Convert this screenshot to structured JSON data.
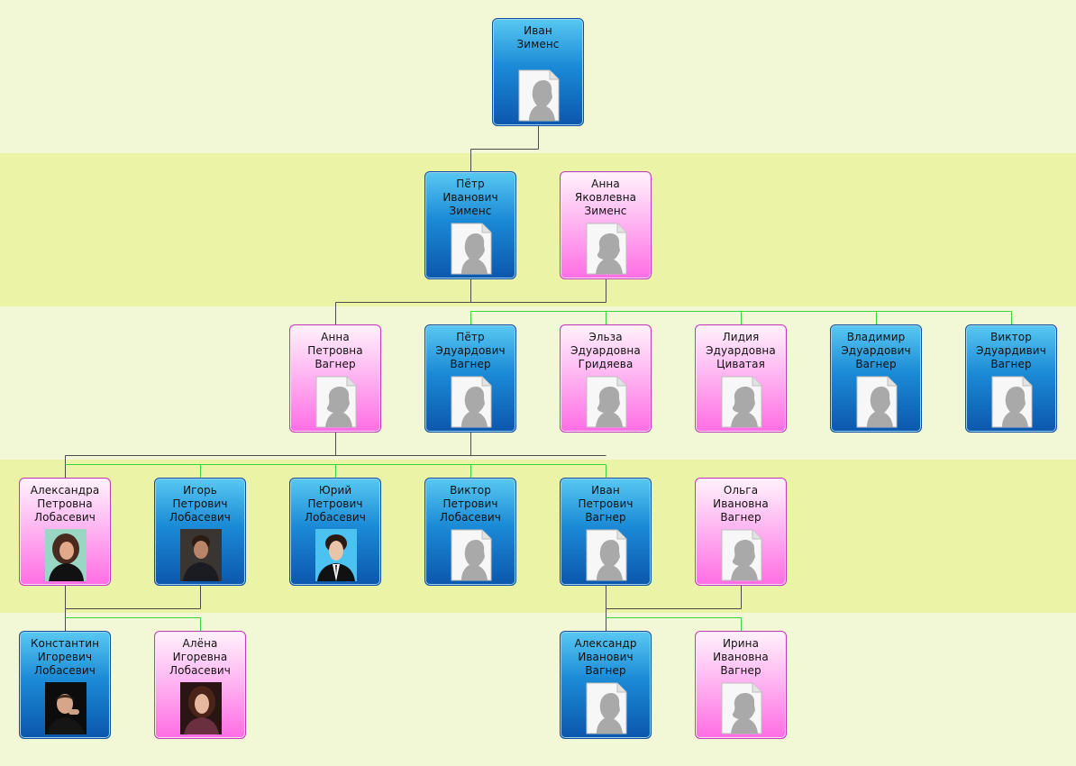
{
  "colors": {
    "band_light": "#f2f7d6",
    "band_dark": "#ebf3a7",
    "male_border": "#0d4f9a",
    "female_border": "#c23bb7",
    "link_parent": "#4b4b4b",
    "link_sibling": "#3ad43a"
  },
  "people": [
    {
      "id": "ivan_zimens",
      "name": "Иван\nЗименс",
      "gender": "male",
      "photo": "male-placeholder-icon"
    },
    {
      "id": "petr_ivanovich",
      "name": "Пётр\nИванович\nЗименс",
      "gender": "male",
      "photo": "male-placeholder-icon"
    },
    {
      "id": "anna_yakovlevna",
      "name": "Анна\nЯковлевна\nЗименс",
      "gender": "female",
      "photo": "female-placeholder-icon"
    },
    {
      "id": "anna_petrovna",
      "name": "Анна\nПетровна\nВагнер",
      "gender": "female",
      "photo": "female-placeholder-icon"
    },
    {
      "id": "petr_eduardovich",
      "name": "Пётр\nЭдуардович\nВагнер",
      "gender": "male",
      "photo": "male-placeholder-icon"
    },
    {
      "id": "elza",
      "name": "Эльза\nЭдуардовна\nГридяева",
      "gender": "female",
      "photo": "female-placeholder-icon"
    },
    {
      "id": "lidiya",
      "name": "Лидия\nЭдуардовна\nЦиватая",
      "gender": "female",
      "photo": "female-placeholder-icon"
    },
    {
      "id": "vladimir",
      "name": "Владимир\nЭдуардович\nВагнер",
      "gender": "male",
      "photo": "male-placeholder-icon"
    },
    {
      "id": "viktor_eduardivich",
      "name": "Виктор\nЭдуардивич\nВагнер",
      "gender": "male",
      "photo": "male-placeholder-icon"
    },
    {
      "id": "aleksandra",
      "name": "Александра\nПетровна\nЛобасевич",
      "gender": "female",
      "photo": "female-photo-icon"
    },
    {
      "id": "igor",
      "name": "Игорь\nПетрович\nЛобасевич",
      "gender": "male",
      "photo": "male-photo-icon"
    },
    {
      "id": "yuriy",
      "name": "Юрий\nПетрович\nЛобасевич",
      "gender": "male",
      "photo": "male-photo-icon"
    },
    {
      "id": "viktor_petrovich",
      "name": "Виктор\nПетрович\nЛобасевич",
      "gender": "male",
      "photo": "male-placeholder-icon"
    },
    {
      "id": "ivan_petrovich",
      "name": "Иван\nПетрович\nВагнер",
      "gender": "male",
      "photo": "male-placeholder-icon"
    },
    {
      "id": "olga",
      "name": "Ольга\nИвановна\nВагнер",
      "gender": "female",
      "photo": "female-placeholder-icon"
    },
    {
      "id": "konstantin",
      "name": "Константин\nИгоревич\nЛобасевич",
      "gender": "male",
      "photo": "male-photo-icon"
    },
    {
      "id": "alena",
      "name": "Алёна\nИгоревна\nЛобасевич",
      "gender": "female",
      "photo": "female-photo-icon"
    },
    {
      "id": "aleksandr",
      "name": "Александр\nИванович\nВагнер",
      "gender": "male",
      "photo": "male-placeholder-icon"
    },
    {
      "id": "irina",
      "name": "Ирина\nИвановна\nВагнер",
      "gender": "female",
      "photo": "female-placeholder-icon"
    }
  ]
}
